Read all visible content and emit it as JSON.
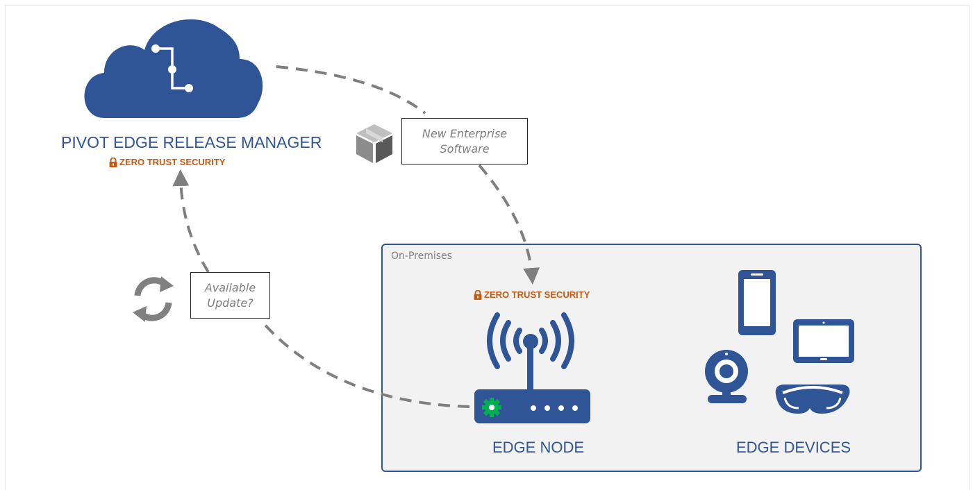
{
  "manager": {
    "title": "PIVOT EDGE RELEASE MANAGER",
    "security": "ZERO TRUST SECURITY"
  },
  "callouts": {
    "software": [
      "New Enterprise",
      "Software"
    ],
    "update": [
      "Available",
      "Update?"
    ]
  },
  "onprem": {
    "label": "On-Premises",
    "security": "ZERO TRUST SECURITY",
    "node_label": "EDGE NODE",
    "devices_label": "EDGE DEVICES"
  },
  "colors": {
    "brand_blue": "#2f5597",
    "security_orange": "#c55a11",
    "arrow_gray": "#7f7f7f",
    "status_green": "#00b050",
    "panel_bg": "#f2f2f2"
  },
  "icons": [
    "cloud-git-icon",
    "package-box-icon",
    "sync-icon",
    "lock-icon",
    "router-icon",
    "wifi-signal-icon",
    "gear-icon",
    "smartphone-icon",
    "tablet-icon",
    "webcam-icon",
    "vr-headset-icon"
  ]
}
